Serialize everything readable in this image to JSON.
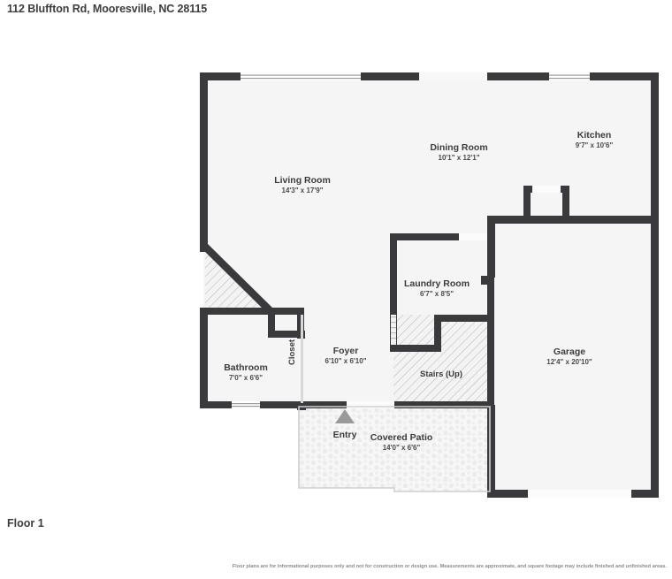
{
  "header": {
    "title": "112 Bluffton Rd, Mooresville, NC 28115"
  },
  "floor": {
    "label": "Floor 1"
  },
  "footer": {
    "disclaimer": "Floor plans are for informational purposes only and not for construction or design use. Measurements are approximate, and square footage may include finished and unfinished areas."
  },
  "colors": {
    "wall": "#3a3a3c",
    "room_fill": "#f5f5f5",
    "hatch_line": "#b9b9b9",
    "window": "#ffffff",
    "text": "#3c3c3c",
    "marker": "#9a9a9a",
    "disclaimer": "#8a8a8a"
  },
  "rooms": [
    {
      "id": "living-room",
      "name": "Living Room",
      "dimensions": "14'3\" x 17'9\""
    },
    {
      "id": "dining-room",
      "name": "Dining Room",
      "dimensions": "10'1\" x 12'1\""
    },
    {
      "id": "kitchen",
      "name": "Kitchen",
      "dimensions": "9'7\" x 10'6\""
    },
    {
      "id": "laundry-room",
      "name": "Laundry Room",
      "dimensions": "6'7\" x 8'5\""
    },
    {
      "id": "foyer",
      "name": "Foyer",
      "dimensions": "6'10\" x 6'10\""
    },
    {
      "id": "bathroom",
      "name": "Bathroom",
      "dimensions": "7'0\" x 6'6\""
    },
    {
      "id": "garage",
      "name": "Garage",
      "dimensions": "12'4\" x 20'10\""
    },
    {
      "id": "covered-patio",
      "name": "Covered Patio",
      "dimensions": "14'0\" x 6'6\""
    },
    {
      "id": "stairs",
      "name": "Stairs (Up)",
      "dimensions": ""
    },
    {
      "id": "closet",
      "name": "Closet",
      "dimensions": ""
    }
  ],
  "markers": {
    "entry_label": "Entry"
  }
}
